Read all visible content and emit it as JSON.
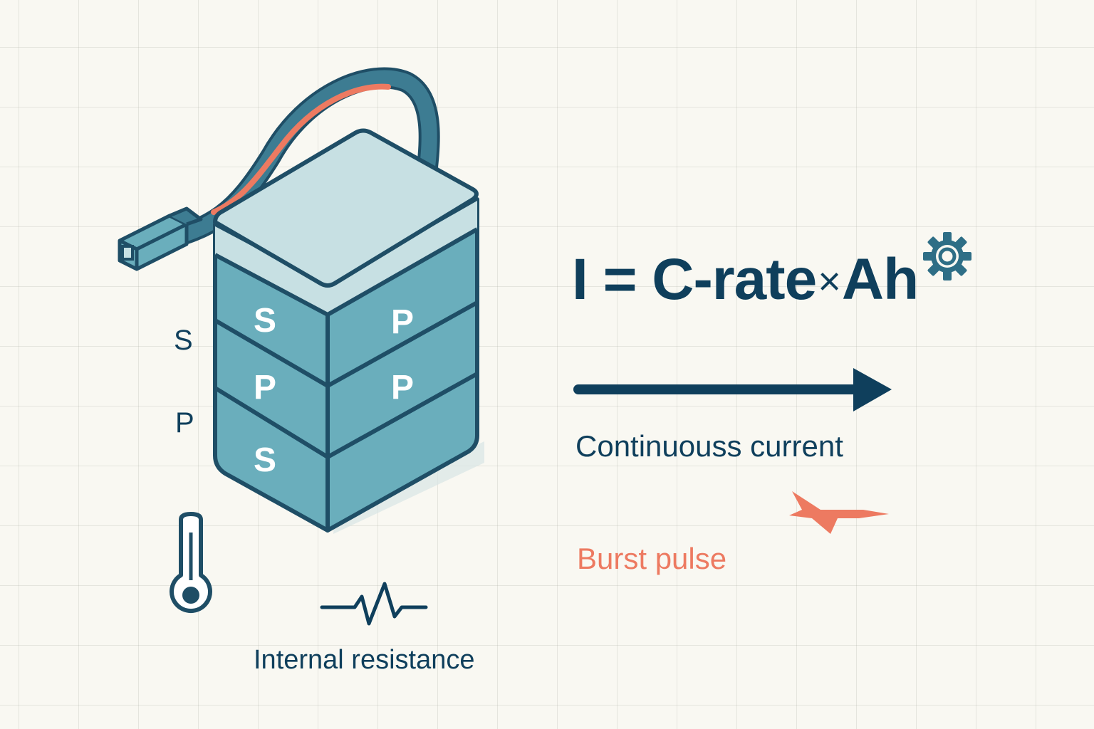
{
  "formula": {
    "lhs": "I =",
    "term1": "C-rate",
    "operator": "×",
    "term2": "Ah"
  },
  "battery": {
    "front_labels": [
      "S",
      "P",
      "S"
    ],
    "side_labels": [
      "P",
      "P"
    ],
    "left_labels": [
      "S",
      "P"
    ]
  },
  "arrows": {
    "continuous_label": "Continuouss current",
    "burst_label": "Burst pulse"
  },
  "resistance_label": "Internal resistance",
  "icons": [
    "gear-icon",
    "thermometer-icon",
    "pulse-wave-icon"
  ],
  "colors": {
    "background": "#f9f8f2",
    "navy": "#0f3f5c",
    "teal": "#6aaebc",
    "teal_light": "#c7e0e3",
    "coral": "#ed7a61",
    "outline": "#1f4e66"
  }
}
